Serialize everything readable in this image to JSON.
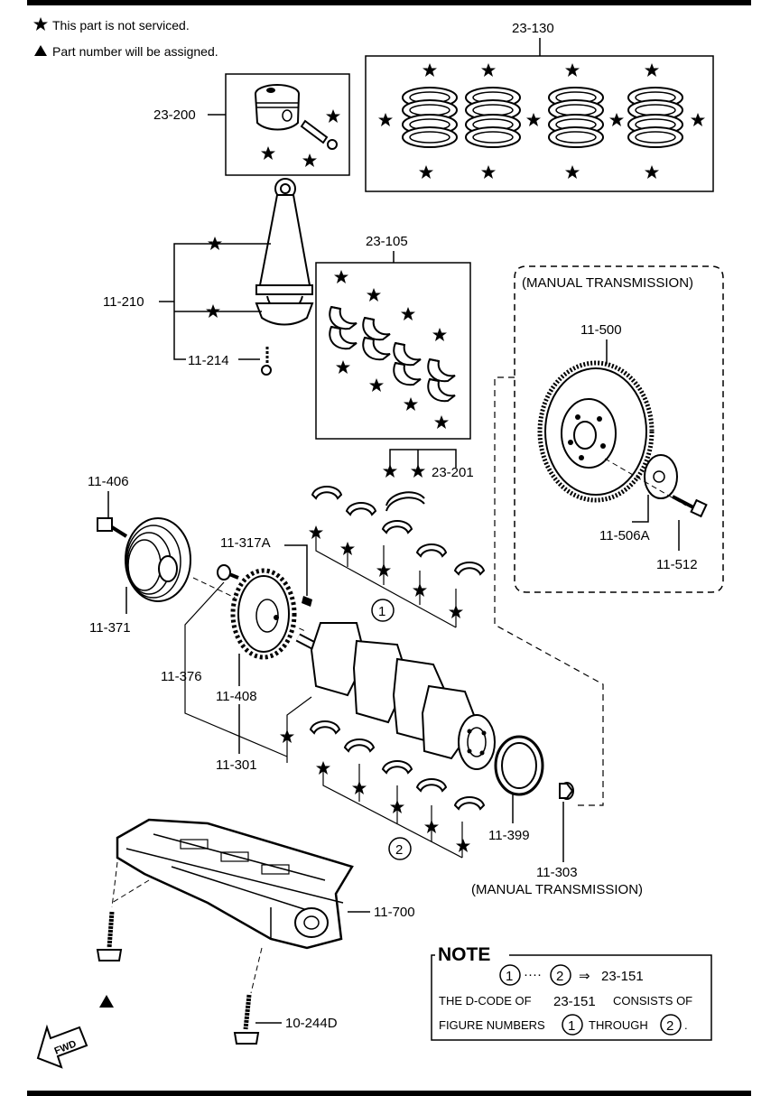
{
  "legend": {
    "star_text": "This part is not serviced.",
    "triangle_text": "Part number will be assigned."
  },
  "groups": {
    "piston_rings": "23-130",
    "piston": "23-200",
    "bearings": "23-105",
    "manual_transmission": "(MANUAL TRANSMISSION)"
  },
  "parts": {
    "connecting_rod": "11-210",
    "rod_bolt": "11-214",
    "flywheel": "11-500",
    "thrust_bearing": "23-201",
    "pulley_bolt": "11-406",
    "crank_pulley": "11-371",
    "woodruff_key": "11-317A",
    "sprocket_bolt": "11-376",
    "trigger_plate": "11-408",
    "crankshaft": "11-301",
    "flywheel_plate": "11-506A",
    "flywheel_bolt": "11-512",
    "rear_seal": "11-399",
    "pilot_bearing": "11-303",
    "pilot_bearing_note": "(MANUAL TRANSMISSION)",
    "oil_pump_frame": "11-700",
    "frame_bolt": "10-244D"
  },
  "callouts": {
    "one": "1",
    "two": "2"
  },
  "note": {
    "heading": "NOTE",
    "range_dots": "····",
    "arrow": "⇒",
    "target": "23-151",
    "line2_prefix": "THE D-CODE OF",
    "line2_code": "23-151",
    "line2_suffix": "CONSISTS OF",
    "line3_prefix": "FIGURE NUMBERS",
    "line3_mid": "THROUGH",
    "line3_end": "."
  },
  "fwd_label": "FWD"
}
